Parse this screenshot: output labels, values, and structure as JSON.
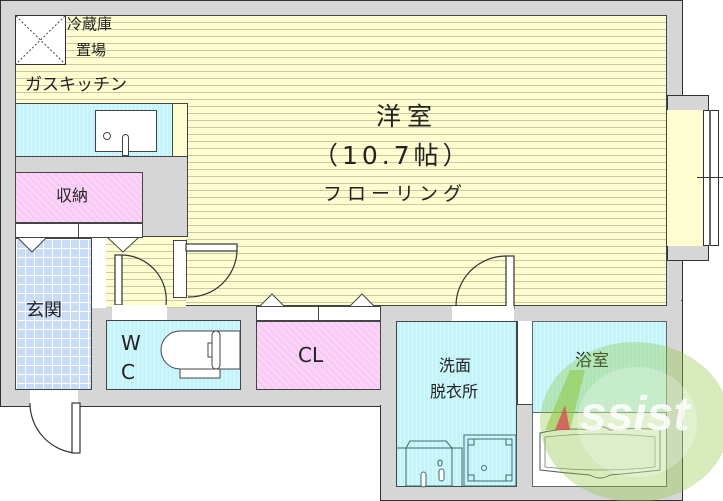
{
  "floor_plan": {
    "rooms": {
      "western_room": {
        "name": "洋室",
        "size": "（10.7帖）",
        "flooring": "フローリング"
      },
      "fridge_space": {
        "line1": "冷蔵庫",
        "line2": "置場"
      },
      "kitchen": {
        "label": "ガスキッチン"
      },
      "storage": {
        "label": "収納"
      },
      "entrance": {
        "label": "玄関"
      },
      "toilet": {
        "line1": "W",
        "line2": "C"
      },
      "closet": {
        "label": "CL"
      },
      "washroom": {
        "line1": "洗面",
        "line2": "脱衣所"
      },
      "bathroom": {
        "label": "浴室"
      }
    },
    "watermark": {
      "text": "Assist",
      "color": "#8cc63f",
      "accent": "#e03c50"
    },
    "colors": {
      "wall": "#d6d6d6",
      "wood_floor": "#fdfdd0",
      "tile_floor": "#c9dcf7",
      "wet_area": "#c4f4fb",
      "storage": "#f9caf5"
    }
  }
}
